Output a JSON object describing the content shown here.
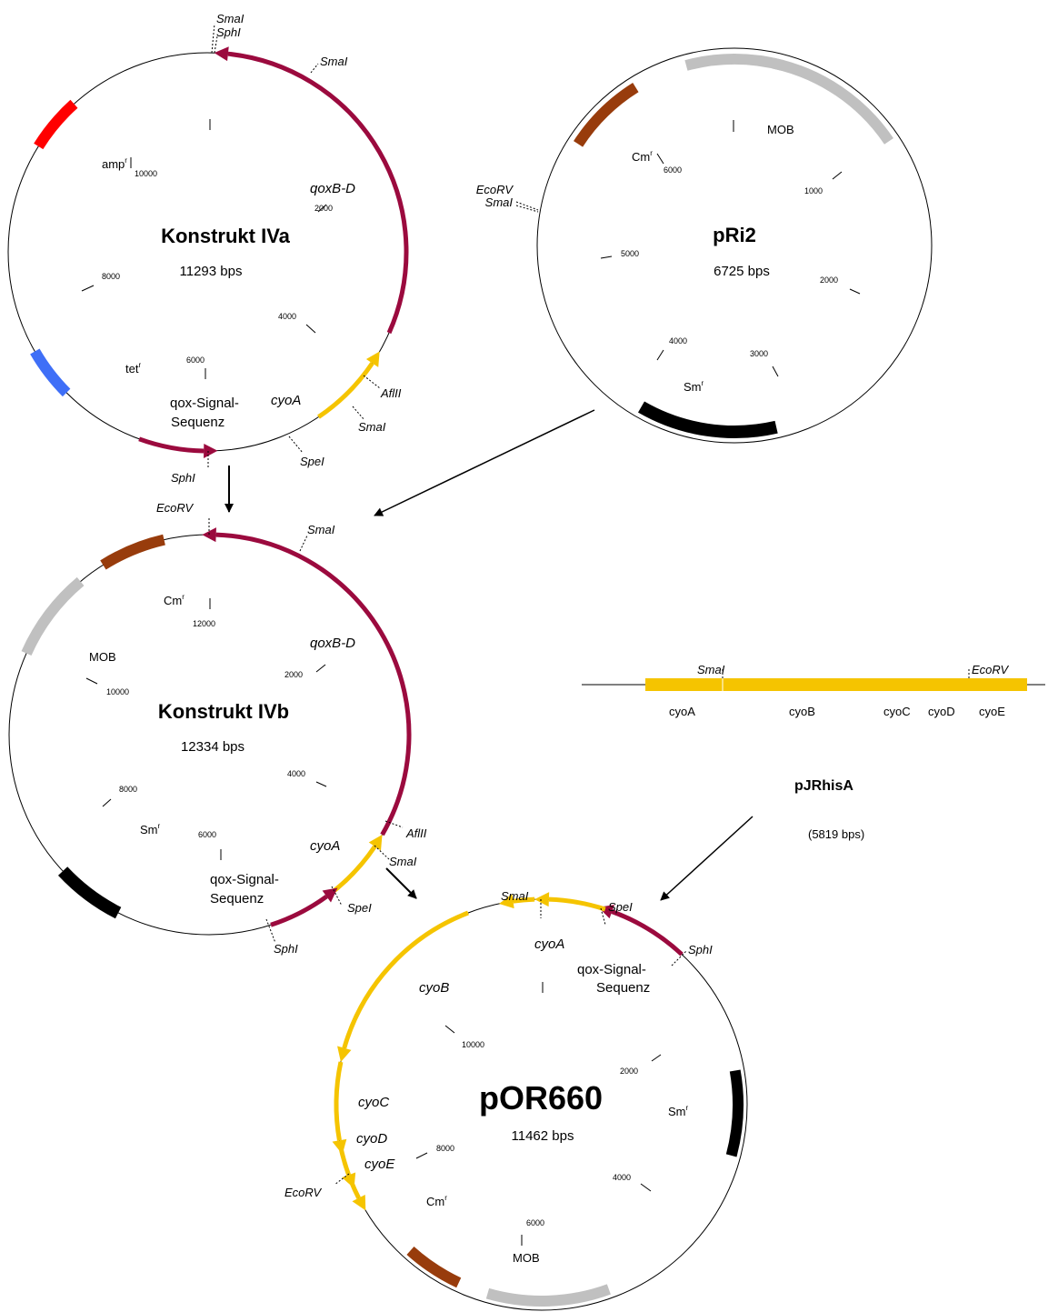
{
  "colors": {
    "backbone": "#9b0a3e",
    "cyo": "#f5c400",
    "amp": "#ff0000",
    "tet": "#3f6ff7",
    "cm": "#983c0c",
    "mob": "#c0c0c0",
    "sm": "#000000",
    "circle": "#000000"
  },
  "plasmids": {
    "iva": {
      "name": "Konstrukt IVa",
      "size": "11293 bps",
      "ticks": [
        "2000",
        "4000",
        "6000",
        "8000",
        "10000"
      ],
      "features": {
        "qoxbd": "qoxB-D",
        "amp": "amp",
        "tet": "tet",
        "cyoa": "cyoA",
        "signal1": "qox-Signal-",
        "signal2": "Sequenz"
      },
      "sites": {
        "sma_top": "SmaI",
        "sph_top": "SphI",
        "sma_arc": "SmaI",
        "aflii": "AflII",
        "sma_lower": "SmaI",
        "spe": "SpeI",
        "sph_bottom": "SphI"
      }
    },
    "pri2": {
      "name": "pRi2",
      "size": "6725 bps",
      "ticks": [
        "1000",
        "2000",
        "3000",
        "4000",
        "5000",
        "6000"
      ],
      "features": {
        "mob": "MOB",
        "cm": "Cm",
        "sm": "Sm"
      },
      "sites": {
        "ecorv": "EcoRV",
        "sma": "SmaI"
      }
    },
    "ivb": {
      "name": "Konstrukt IVb",
      "size": "12334 bps",
      "ticks": [
        "2000",
        "4000",
        "6000",
        "8000",
        "10000",
        "12000"
      ],
      "features": {
        "qoxbd": "qoxB-D",
        "mob": "MOB",
        "cm": "Cm",
        "sm": "Sm",
        "cyoa": "cyoA",
        "signal1": "qox-Signal-",
        "signal2": "Sequenz"
      },
      "sites": {
        "ecorv": "EcoRV",
        "sma_top": "SmaI",
        "aflii": "AflII",
        "sma_lower": "SmaI",
        "spe": "SpeI",
        "sph": "SphI"
      }
    },
    "por660": {
      "name": "pOR660",
      "size": "11462 bps",
      "ticks": [
        "2000",
        "4000",
        "6000",
        "8000",
        "10000"
      ],
      "features": {
        "cyoa": "cyoA",
        "cyob": "cyoB",
        "cyoc": "cyoC",
        "cyod": "cyoD",
        "cyoe": "cyoE",
        "signal1": "qox-Signal-",
        "signal2": "Sequenz",
        "sm": "Sm",
        "cm": "Cm",
        "mob": "MOB"
      },
      "sites": {
        "sma": "SmaI",
        "spe": "SpeI",
        "sph": "SphI",
        "ecorv": "EcoRV"
      }
    }
  },
  "linear": {
    "name": "pJRhisA",
    "size": "(5819 bps)",
    "genes": [
      "cyoA",
      "cyoB",
      "cyoC",
      "cyoD",
      "cyoE"
    ],
    "sites": {
      "sma": "SmaI",
      "ecorv": "EcoRV"
    }
  },
  "superscript": "r"
}
